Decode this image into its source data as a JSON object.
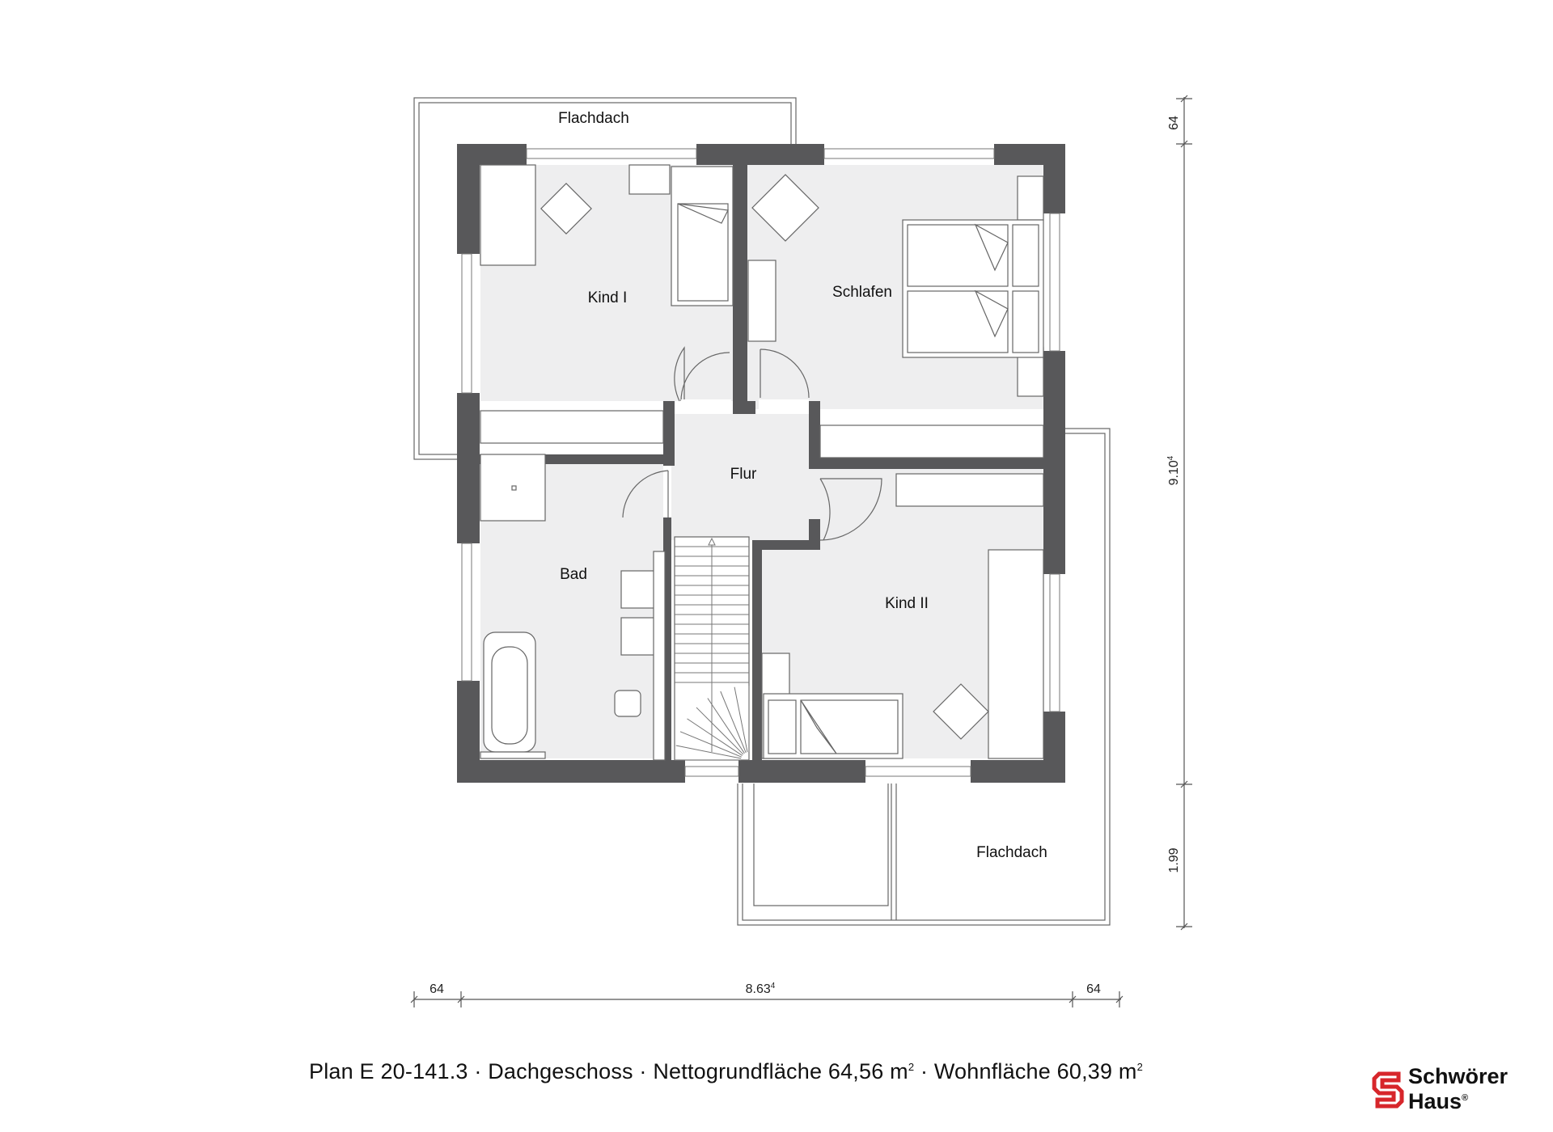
{
  "rooms": {
    "flachdach_top": "Flachdach",
    "kind_1": "Kind I",
    "schlafen": "Schlafen",
    "flur": "Flur",
    "bad": "Bad",
    "kind_2": "Kind II",
    "flachdach_bottom": "Flachdach"
  },
  "dimensions": {
    "bottom_left": "64",
    "bottom_main": "8.63",
    "bottom_main_sup": "4",
    "bottom_right": "64",
    "right_top": "64",
    "right_main": "9.10",
    "right_main_sup": "4",
    "right_bottom": "1.99"
  },
  "caption": {
    "text_1": "Plan E 20-141.3 · Dachgeschoss · Nettogrundfläche 64,56 m",
    "sup_1": "2",
    "text_2": " · Wohnfläche 60,39 m",
    "sup_2": "2"
  },
  "logo": {
    "line_1": "Schwörer",
    "line_2": "Haus",
    "reg": "®",
    "color": "#d7262b"
  },
  "colors": {
    "wall": "#58585a",
    "floor": "#eeeeef"
  }
}
